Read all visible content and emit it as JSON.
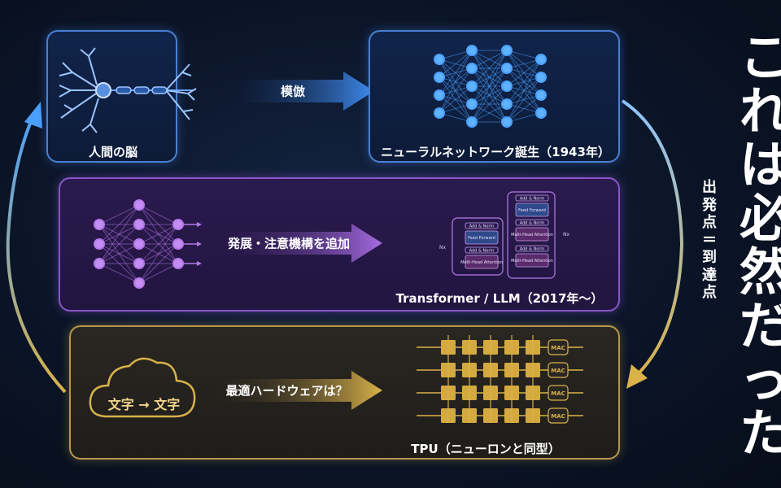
{
  "panels": {
    "brain": {
      "label": "人間の脳"
    },
    "nn": {
      "label": "ニューラルネットワーク誕生（1943年）"
    },
    "llm": {
      "label": "Transformer / LLM（2017年〜）",
      "nx_left": "Nx",
      "nx_right": "Nx",
      "blocks": {
        "add_norm": "Add & Norm",
        "feed_forward": "Feed Forward",
        "mha": "Multi-Head Attention"
      }
    },
    "tpu": {
      "label": "TPU（ニューロンと同型）",
      "cloud_text": "文字 → 文字",
      "mac": "MAC"
    }
  },
  "arrows": {
    "imitate": "模倣",
    "develop": "発展・注意機構を追加",
    "hardware": "最適ハードウェアは？"
  },
  "side": {
    "headline": "これは必然だった",
    "subline": "出発点＝到達点"
  },
  "colors": {
    "blue": "#3f8cf0",
    "purple": "#a66be0",
    "gold": "#d9b24a"
  }
}
